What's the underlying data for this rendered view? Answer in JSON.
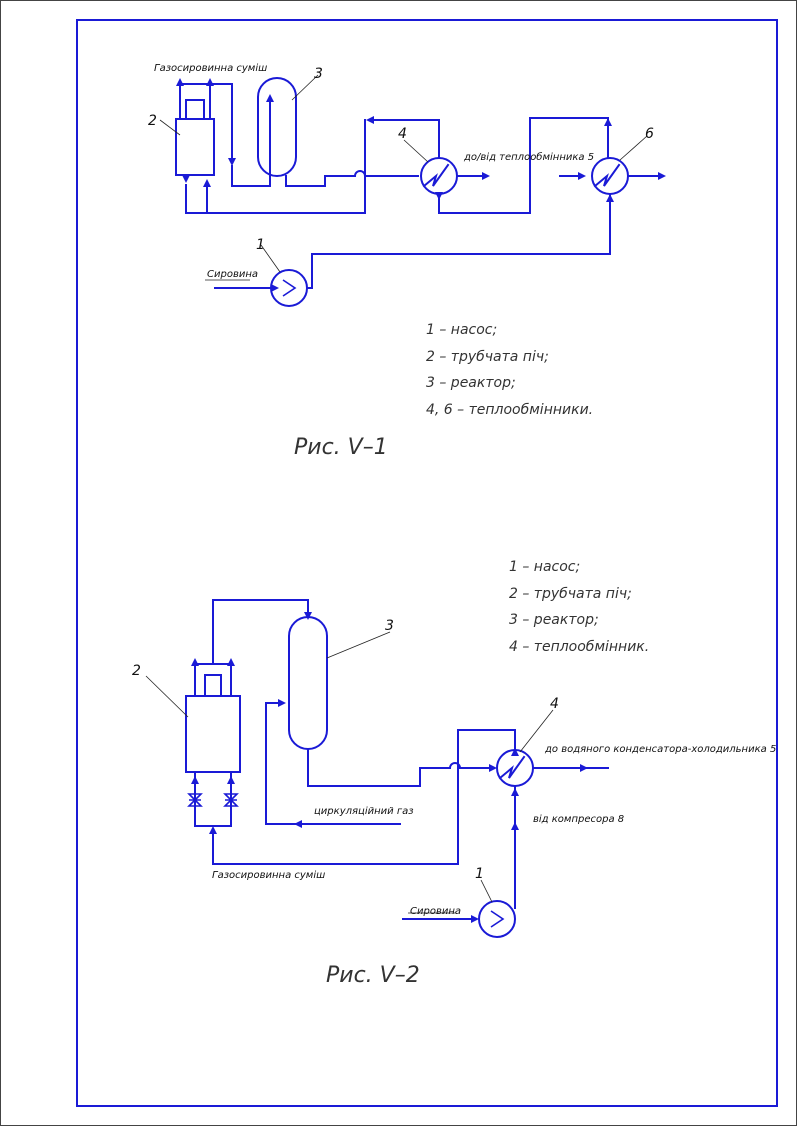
{
  "fig1": {
    "caption": "Рис. V–1",
    "labels": {
      "gas_mixture": "Газосировинна суміш",
      "to_from_hx5": "до/від теплообмінника 5",
      "feedstock": "Сировина"
    },
    "numbers": [
      "1",
      "2",
      "3",
      "4",
      "6"
    ],
    "legend": [
      "1 – насос;",
      "2 – трубчата піч;",
      "3 – реактор;",
      "4, 6 – теплообмінники."
    ]
  },
  "fig2": {
    "caption": "Рис. V–2",
    "labels": {
      "to_condenser": "до водяного конденсатора-холодильника 5",
      "from_compressor": "від компресора 8",
      "circulating_gas": "циркуляційний газ",
      "gas_mixture": "Газосировинна суміш",
      "feedstock": "Сировина"
    },
    "numbers": [
      "1",
      "2",
      "3",
      "4"
    ],
    "legend": [
      "1 – насос;",
      "2 – трубчата піч;",
      "3 – реактор;",
      "4 – теплообмінник."
    ]
  },
  "colors": {
    "lines": "#1a1ad6",
    "frame": "#1a1ad6",
    "text": "#111111"
  }
}
